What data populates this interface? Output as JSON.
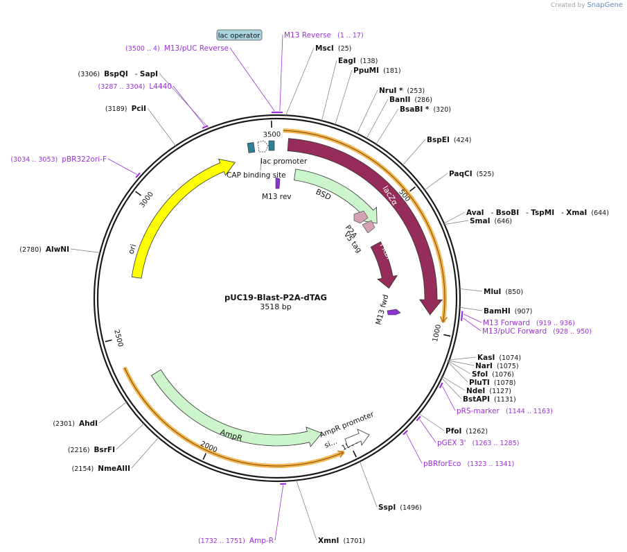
{
  "credit": {
    "prefix": "Created by",
    "brand": "SnapGene"
  },
  "plasmid": {
    "name": "pUC19-Blast-P2A-dTAG",
    "length": 3518,
    "length_label": "3518 bp"
  },
  "ticks": [
    {
      "bp": 500,
      "label": "500"
    },
    {
      "bp": 1000,
      "label": "1000"
    },
    {
      "bp": 1500,
      "label": "1500"
    },
    {
      "bp": 2000,
      "label": "2000"
    },
    {
      "bp": 2500,
      "label": "2500"
    },
    {
      "bp": 3000,
      "label": "3000"
    },
    {
      "bp": 3500,
      "label": "3500"
    }
  ],
  "enzymes": [
    {
      "name": "MscI",
      "pos": "(25)"
    },
    {
      "name": "EagI",
      "pos": "(138)"
    },
    {
      "name": "PpuMI",
      "pos": "(181)"
    },
    {
      "name": "NruI *",
      "pos": "(253)"
    },
    {
      "name": "BanII",
      "pos": "(286)"
    },
    {
      "name": "BsaBI *",
      "pos": "(320)"
    },
    {
      "name": "BspEI",
      "pos": "(424)"
    },
    {
      "name": "PaqCI",
      "pos": "(525)"
    },
    {
      "name": "AvaI",
      "others": [
        "BsoBI",
        "TspMI",
        "XmaI"
      ],
      "pos": "(644)"
    },
    {
      "name": "SmaI",
      "pos": "(646)"
    },
    {
      "name": "MluI",
      "pos": "(850)"
    },
    {
      "name": "BamHI",
      "pos": "(907)"
    },
    {
      "name": "KasI",
      "pos": "(1074)"
    },
    {
      "name": "NarI",
      "pos": "(1075)"
    },
    {
      "name": "SfoI",
      "pos": "(1076)"
    },
    {
      "name": "PluTI",
      "pos": "(1078)"
    },
    {
      "name": "NdeI",
      "pos": "(1127)"
    },
    {
      "name": "BstAPI",
      "pos": "(1131)"
    },
    {
      "name": "PfoI",
      "pos": "(1262)"
    },
    {
      "name": "SspI",
      "pos": "(1496)"
    },
    {
      "name": "XmnI",
      "pos": "(1701)"
    },
    {
      "name": "NmeAIII",
      "pos": "(2154)"
    },
    {
      "name": "BsrFI",
      "pos": "(2216)"
    },
    {
      "name": "AhdI",
      "pos": "(2301)"
    },
    {
      "name": "AlwNI",
      "pos": "(2780)"
    },
    {
      "name": "PciI",
      "pos": "(3189)"
    },
    {
      "name": "BspQI",
      "others": [
        "SapI"
      ],
      "pos": "(3306)"
    }
  ],
  "primers": [
    {
      "name": "M13 Reverse",
      "range": "(1 .. 17)"
    },
    {
      "name": "M13/pUC Reverse",
      "range": "(3500 .. 4)"
    },
    {
      "name": "L4440",
      "range": "(3287 .. 3304)"
    },
    {
      "name": "pBR322ori-F",
      "range": "(3034 .. 3053)"
    },
    {
      "name": "M13 Forward",
      "range": "(919 .. 936)"
    },
    {
      "name": "M13/pUC Forward",
      "range": "(928 .. 950)"
    },
    {
      "name": "pRS-marker",
      "range": "(1144 .. 1163)"
    },
    {
      "name": "pGEX 3'",
      "range": "(1263 .. 1285)"
    },
    {
      "name": "pBRforEco",
      "range": "(1323 .. 1341)"
    },
    {
      "name": "Amp-R",
      "range": "(1732 .. 1751)"
    }
  ],
  "features": {
    "lac_operator": "lac operator",
    "lac_promoter": "lac promoter",
    "cap_site": "CAP binding site",
    "lacZa": "lacZα",
    "m13_rev": "M13 rev",
    "bsd": "BSD",
    "p2a": "P2A",
    "v5": "V5 tag",
    "fkbp": "FKBP-V",
    "m13_fwd": "M13 fwd",
    "ori": "ori",
    "ampr": "AmpR",
    "ampr_promoter": "AmpR promoter",
    "signal": "si…"
  },
  "colors": {
    "backbone": "#1a1a1a",
    "enzyme_line": "#777777",
    "primer": "#9b30d9",
    "lacZa": "#962c5a",
    "bsd": "#ccf5cc",
    "ori": "#ffff00",
    "ampr": "#ccf5cc",
    "orange": "#f0a830",
    "p2a": "#d4a0b4",
    "operator": "#aad3e0",
    "promoter_blue": "#2f7f95"
  }
}
